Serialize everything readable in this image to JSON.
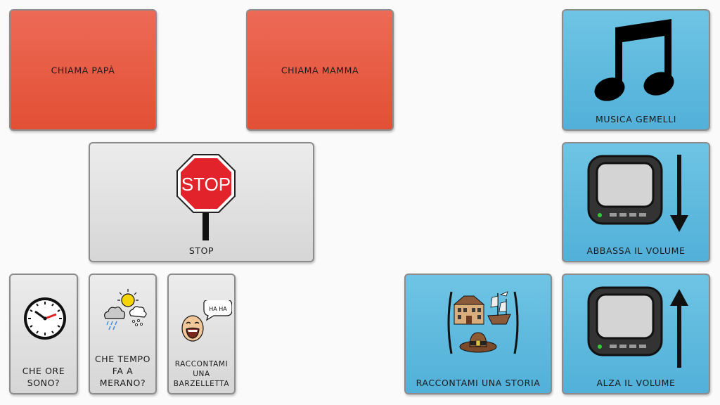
{
  "tiles": {
    "chiama_papa": "CHIAMA PAPÀ",
    "chiama_mamma": "CHIAMA MAMMA",
    "musica": "MUSICA GEMELLI",
    "stop": "STOP",
    "stop_sign_text": "STOP",
    "abbassa": "ABBASSA IL VOLUME",
    "che_ore": "CHE ORE SONO?",
    "tempo": "CHE TEMPO FA A MERANO?",
    "barzelletta": "RACCONTAMI UNA BARZELLETTA",
    "bubble_text": "HA HA",
    "storia": "RACCONTAMI UNA STORIA",
    "alza": "ALZA IL VOLUME"
  },
  "colors": {
    "red_tile": "#e85b43",
    "blue_tile": "#5fbbe0",
    "grey_tile": "#e0e0e0"
  },
  "icons": [
    "music-note-icon",
    "stop-sign-icon",
    "tv-icon",
    "arrow-down-icon",
    "arrow-up-icon",
    "clock-icon",
    "weather-icon",
    "laughing-face-icon",
    "story-icon"
  ]
}
